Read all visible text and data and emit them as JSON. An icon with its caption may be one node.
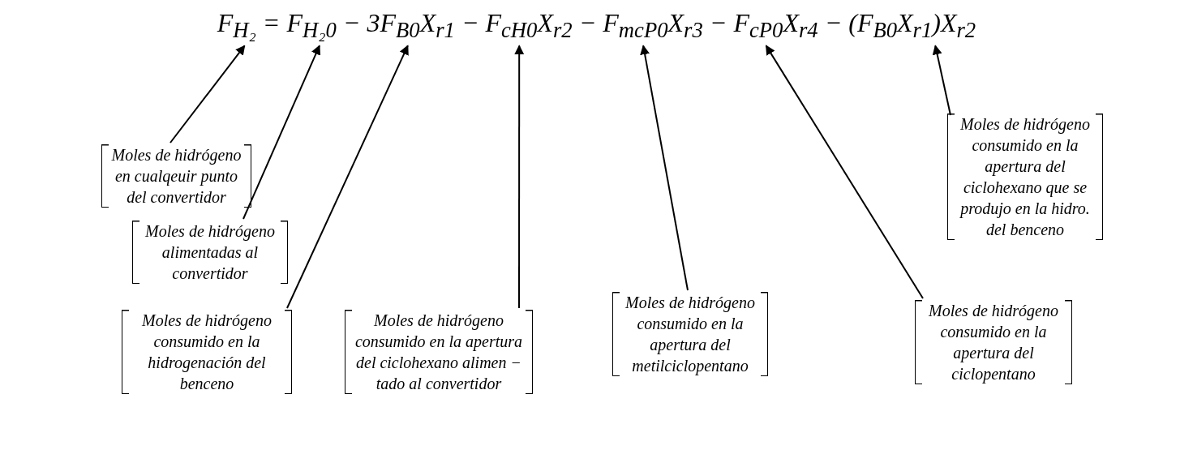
{
  "diagram": {
    "nodes": [
      {
        "text": [
          "F$_{H₂}$ = F$_{H₂0}$ − 3F$_{B0}$X$_{r1}$ − F$_{cH0}$X$_{r2}$ − F$_{mcP0}$X$_{r3}$ − F$_{cP0}$X$_{r4}$ − (F$_{B0}$X$_{r1}$)X$_{r2}$"
        ]
      },
      {
        "text": [
          "Moles de hidrógeno en cualqeuir punto del convertidor"
        ]
      },
      {
        "text": [
          "Moles de hidrógeno alimentadas al convertidor"
        ]
      },
      {
        "text": [
          "Moles de hidrógeno consumido en la hidrogenación del benceno"
        ]
      },
      {
        "text": [
          "Moles de hidrógeno consumido en la apertura del ciclohexano alimen − tado al convertidor"
        ]
      },
      {
        "text": [
          "Moles de hidrógeno consumido en la apertura del metilciclopentano"
        ]
      },
      {
        "text": [
          "Moles de hidrógeno consumido en la apertura del ciclopentano"
        ]
      },
      {
        "text": [
          "Moles de hidrógeno consumido en la apertura del ciclohexano que se produjo en la hidro. del benceno"
        ]
      }
    ],
    "edges": [
      {
        "from": 1,
        "to": 0,
        "arrow": "to"
      },
      {
        "from": 2,
        "to": 0,
        "arrow": "to"
      },
      {
        "from": 3,
        "to": 0,
        "arrow": "to"
      },
      {
        "from": 4,
        "to": 0,
        "arrow": "to"
      },
      {
        "from": 5,
        "to": 0,
        "arrow": "to"
      },
      {
        "from": 6,
        "to": 0,
        "arrow": "to"
      },
      {
        "from": 7,
        "to": 0,
        "arrow": "to"
      }
    ]
  }
}
